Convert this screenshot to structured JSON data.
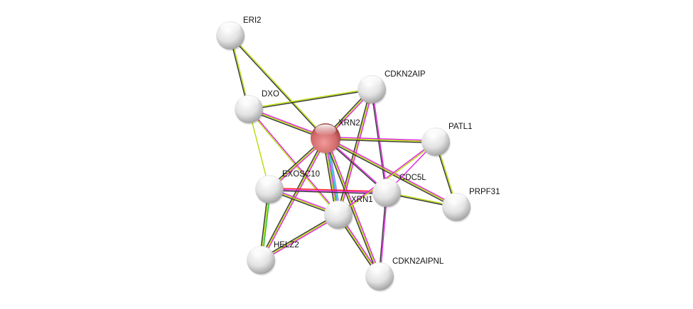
{
  "network": {
    "nodes": [
      {
        "id": "ERI2",
        "label": "ERI2",
        "query": false
      },
      {
        "id": "CDKN2AIP",
        "label": "CDKN2AIP",
        "query": false
      },
      {
        "id": "DXO",
        "label": "DXO",
        "query": false
      },
      {
        "id": "XRN2",
        "label": "XRN2",
        "query": true
      },
      {
        "id": "PATL1",
        "label": "PATL1",
        "query": false
      },
      {
        "id": "EXOSC10",
        "label": "EXOSC10",
        "query": false
      },
      {
        "id": "CDC5L",
        "label": "CDC5L",
        "query": false
      },
      {
        "id": "PRPF31",
        "label": "PRPF31",
        "query": false
      },
      {
        "id": "XRN1",
        "label": "XRN1",
        "query": false
      },
      {
        "id": "HELZ2",
        "label": "HELZ2",
        "query": false
      },
      {
        "id": "CDKN2AIPNL",
        "label": "CDKN2AIPNL",
        "query": false
      }
    ],
    "edge_colors": {
      "database": "#00c8c8",
      "experiment": "#e020e0",
      "textmining": "#b4dc00",
      "coexpression": "#333333",
      "homology": "#8888ff",
      "fusion": "#ff2020",
      "neighborhood": "#20c020"
    },
    "edges": [
      {
        "a": "ERI2",
        "b": "DXO",
        "types": [
          "textmining",
          "coexpression"
        ]
      },
      {
        "a": "ERI2",
        "b": "XRN2",
        "types": [
          "textmining",
          "coexpression"
        ]
      },
      {
        "a": "DXO",
        "b": "CDKN2AIP",
        "types": [
          "textmining",
          "coexpression"
        ]
      },
      {
        "a": "DXO",
        "b": "XRN2",
        "types": [
          "experiment",
          "textmining",
          "coexpression"
        ]
      },
      {
        "a": "DXO",
        "b": "EXOSC10",
        "types": [
          "textmining"
        ]
      },
      {
        "a": "DXO",
        "b": "XRN1",
        "types": [
          "experiment",
          "textmining"
        ]
      },
      {
        "a": "CDKN2AIP",
        "b": "XRN2",
        "types": [
          "experiment",
          "textmining",
          "coexpression"
        ]
      },
      {
        "a": "CDKN2AIP",
        "b": "XRN1",
        "types": [
          "experiment",
          "textmining",
          "coexpression"
        ]
      },
      {
        "a": "CDKN2AIP",
        "b": "CDC5L",
        "types": [
          "experiment",
          "coexpression"
        ]
      },
      {
        "a": "XRN2",
        "b": "PATL1",
        "types": [
          "experiment",
          "textmining",
          "coexpression"
        ]
      },
      {
        "a": "XRN2",
        "b": "CDC5L",
        "types": [
          "experiment",
          "coexpression"
        ]
      },
      {
        "a": "XRN2",
        "b": "PRPF31",
        "types": [
          "experiment",
          "textmining",
          "coexpression"
        ]
      },
      {
        "a": "XRN2",
        "b": "EXOSC10",
        "types": [
          "experiment",
          "textmining",
          "coexpression"
        ]
      },
      {
        "a": "XRN2",
        "b": "XRN1",
        "types": [
          "homology",
          "database",
          "experiment",
          "textmining",
          "coexpression"
        ]
      },
      {
        "a": "XRN2",
        "b": "HELZ2",
        "types": [
          "experiment",
          "textmining",
          "coexpression"
        ]
      },
      {
        "a": "XRN2",
        "b": "CDKN2AIPNL",
        "types": [
          "experiment",
          "textmining",
          "coexpression"
        ]
      },
      {
        "a": "EXOSC10",
        "b": "CDC5L",
        "types": [
          "fusion",
          "experiment",
          "coexpression"
        ]
      },
      {
        "a": "EXOSC10",
        "b": "XRN1",
        "types": [
          "experiment",
          "textmining",
          "coexpression"
        ]
      },
      {
        "a": "EXOSC10",
        "b": "HELZ2",
        "types": [
          "neighborhood",
          "textmining",
          "coexpression"
        ]
      },
      {
        "a": "XRN1",
        "b": "HELZ2",
        "types": [
          "experiment",
          "textmining",
          "coexpression"
        ]
      },
      {
        "a": "XRN1",
        "b": "CDKN2AIPNL",
        "types": [
          "experiment",
          "textmining",
          "coexpression"
        ]
      },
      {
        "a": "XRN1",
        "b": "PATL1",
        "types": [
          "experiment",
          "textmining"
        ]
      },
      {
        "a": "CDC5L",
        "b": "PRPF31",
        "types": [
          "textmining",
          "coexpression"
        ]
      },
      {
        "a": "CDC5L",
        "b": "CDKN2AIPNL",
        "types": [
          "experiment",
          "coexpression"
        ]
      },
      {
        "a": "PATL1",
        "b": "PRPF31",
        "types": [
          "textmining",
          "coexpression"
        ]
      },
      {
        "a": "PATL1",
        "b": "CDC5L",
        "types": [
          "experiment"
        ]
      }
    ]
  }
}
